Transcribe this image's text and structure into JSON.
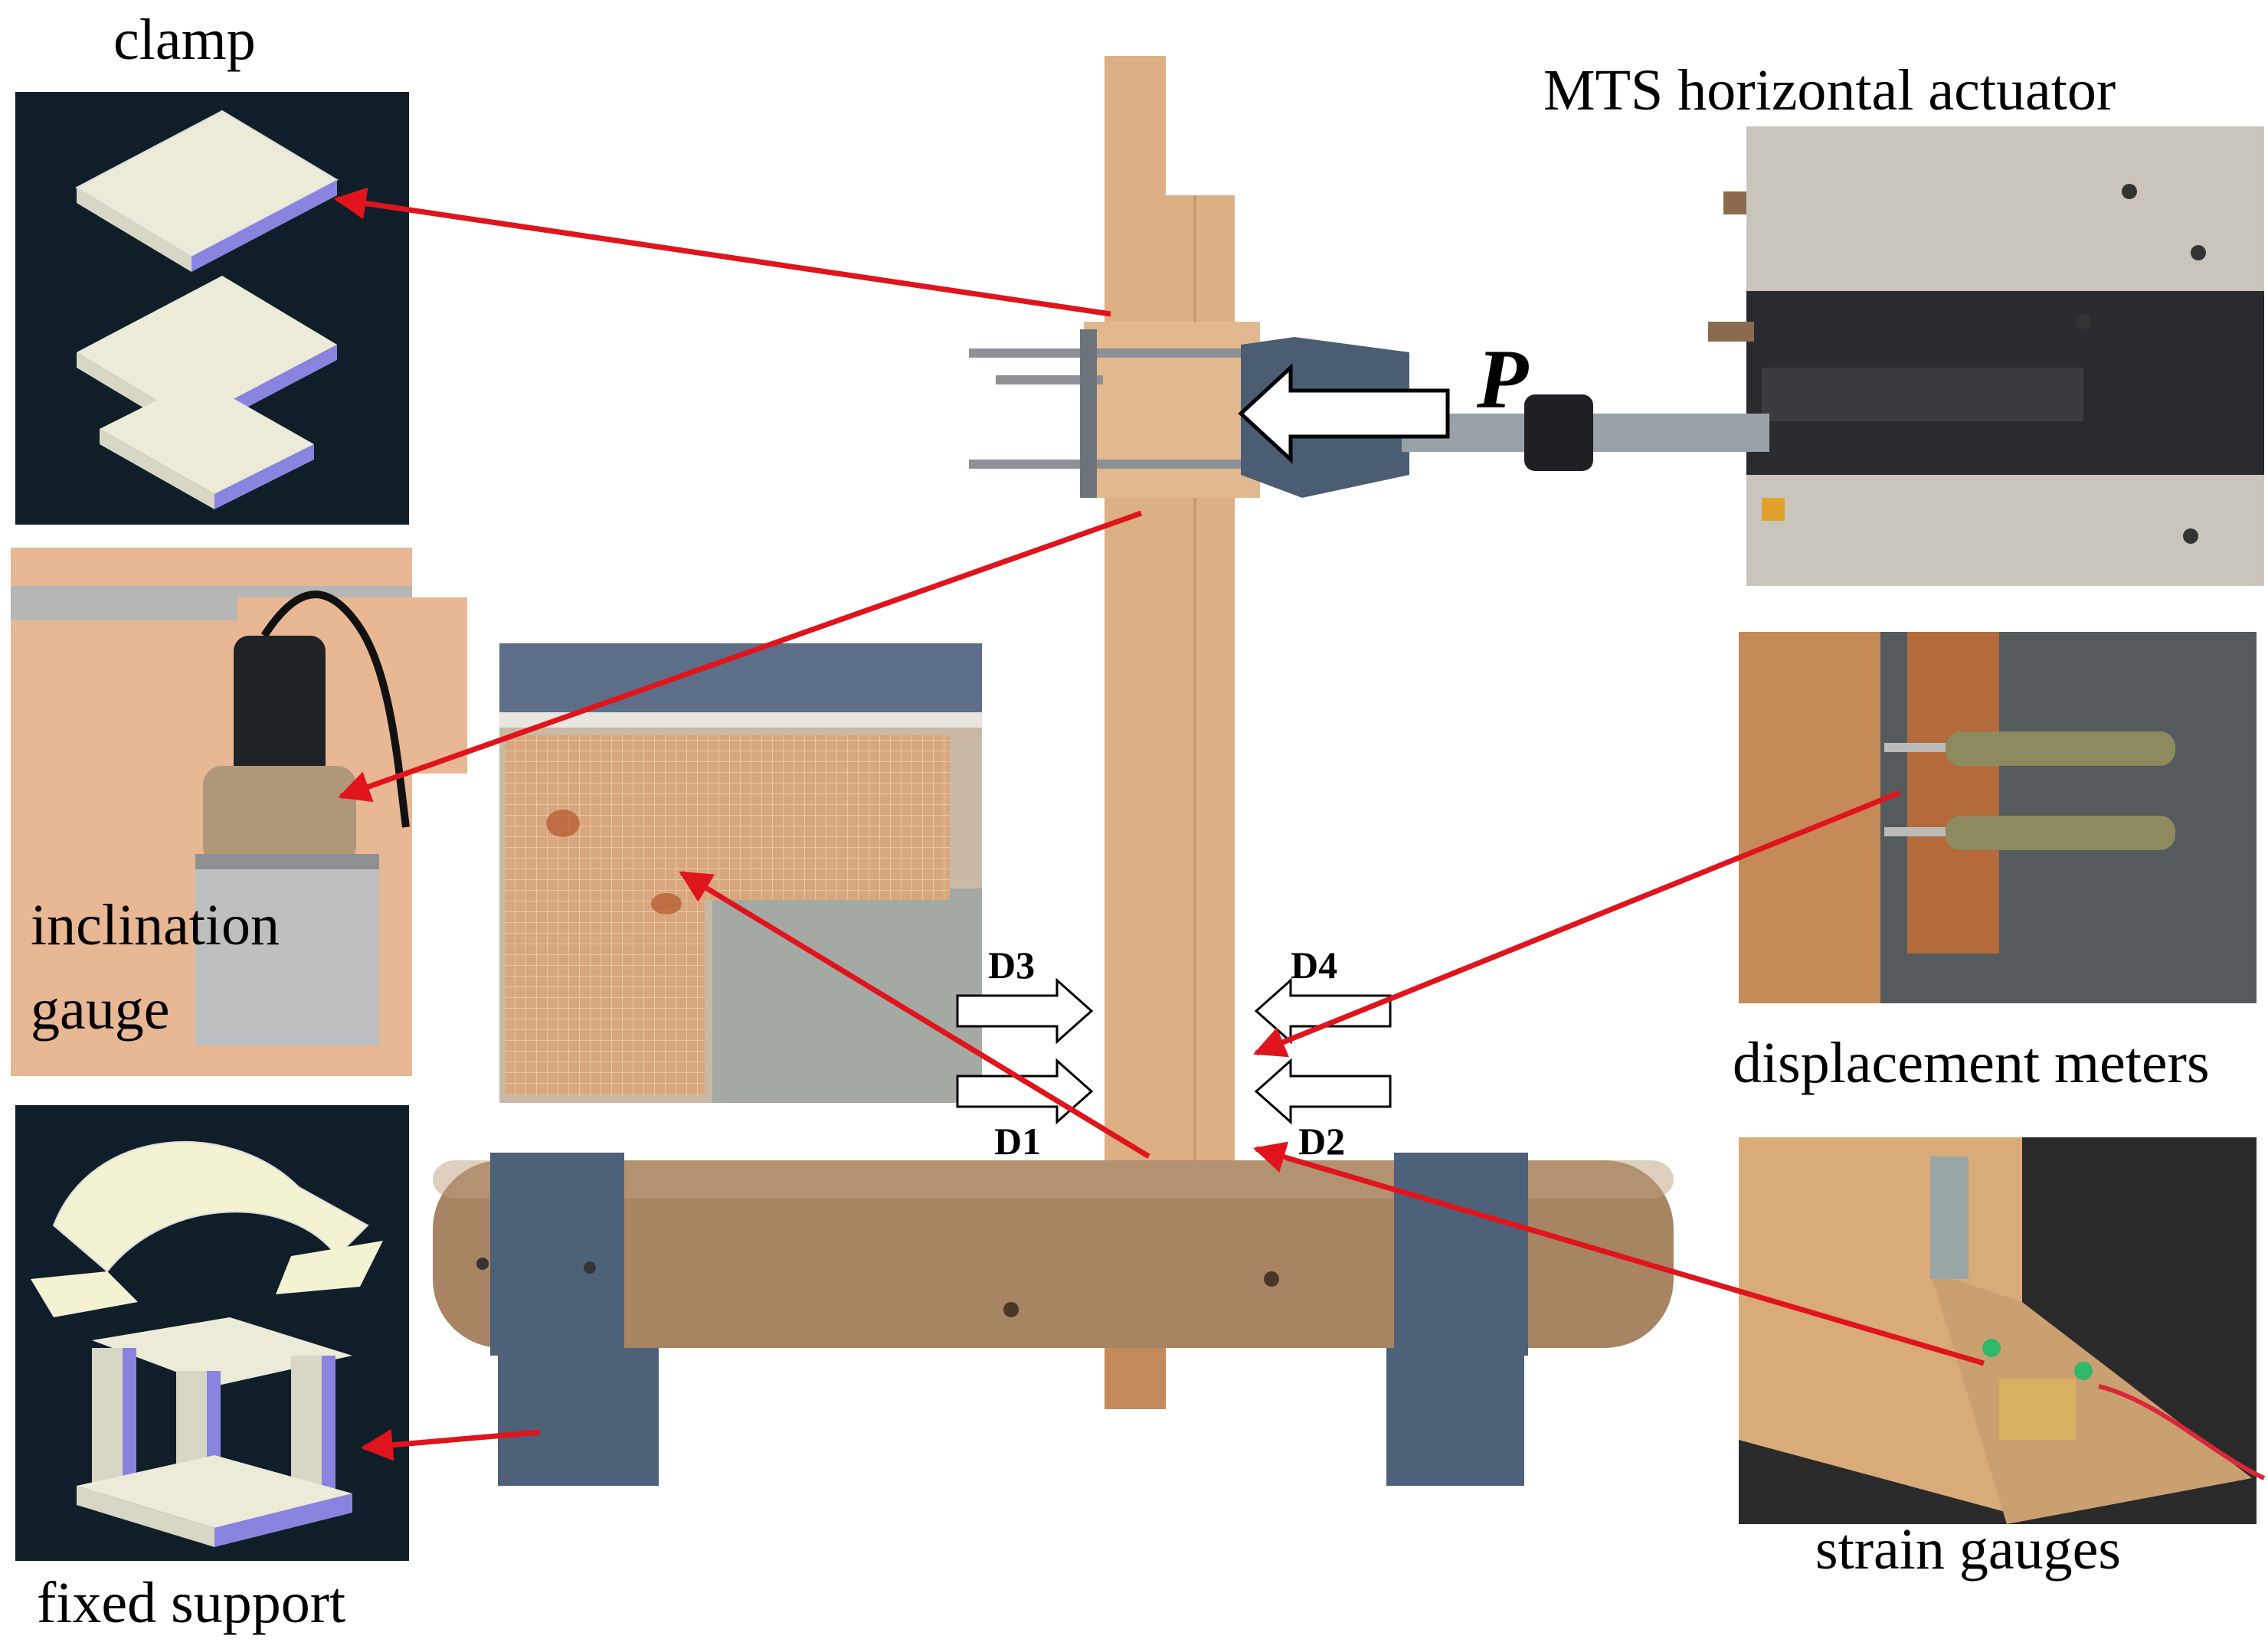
{
  "labels": {
    "clamp": "clamp",
    "actuator": "MTS horizontal  actuator",
    "inclination_gauge_line1": "inclination",
    "inclination_gauge_line2": "gauge",
    "displacement_meters": "displacement   meters",
    "strain_gauges": "strain  gauges",
    "fixed_support": "fixed  support",
    "load": "P",
    "d1": "D1",
    "d2": "D2",
    "d3": "D3",
    "d4": "D4"
  },
  "colors": {
    "callout_arrow": "#e0141c",
    "cad_background": "#101e2a",
    "cad_face": "#ecebd8",
    "cad_edge": "#8a84e0",
    "wood_light": "#e2b98f",
    "wood_dark": "#c48a5c",
    "log_wood": "#a78462",
    "steel_blue": "#4d6178"
  },
  "icons": {
    "clamp_model": "clamp-cad-icon",
    "support_model": "fixed-support-cad-icon",
    "load_arrow": "load-arrow-icon"
  }
}
